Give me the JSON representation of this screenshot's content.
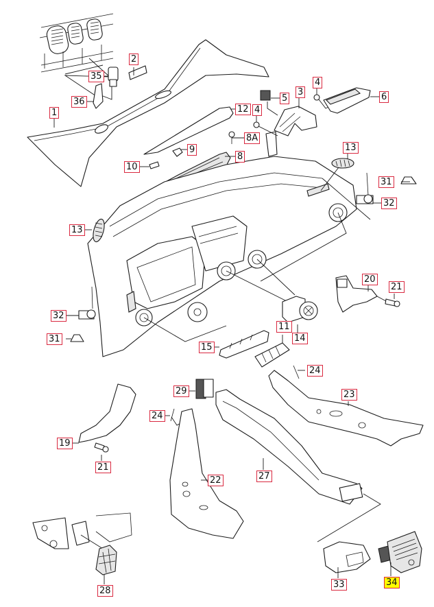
{
  "diagram": {
    "title": "Dashboard / air duct exploded parts view",
    "highlight_color": "#ffff00",
    "label_border_color": "#d9283f",
    "parts": [
      {
        "id": "1",
        "label": "1",
        "name": "cowl-panel"
      },
      {
        "id": "2",
        "label": "2",
        "name": "clip"
      },
      {
        "id": "3",
        "label": "3",
        "name": "bracket"
      },
      {
        "id": "4a",
        "label": "4",
        "name": "nut-left"
      },
      {
        "id": "4b",
        "label": "4",
        "name": "nut-right"
      },
      {
        "id": "5",
        "label": "5",
        "name": "switch"
      },
      {
        "id": "6",
        "label": "6",
        "name": "grille-vent"
      },
      {
        "id": "8",
        "label": "8",
        "name": "trim-strip"
      },
      {
        "id": "8A",
        "label": "8A",
        "name": "screw"
      },
      {
        "id": "9",
        "label": "9",
        "name": "clip-small"
      },
      {
        "id": "10",
        "label": "10",
        "name": "cover-cap"
      },
      {
        "id": "11",
        "label": "11",
        "name": "air-vent-grille"
      },
      {
        "id": "12",
        "label": "12",
        "name": "trim-moulding"
      },
      {
        "id": "13a",
        "label": "13",
        "name": "side-vent-right"
      },
      {
        "id": "13b",
        "label": "13",
        "name": "side-vent-left"
      },
      {
        "id": "14",
        "label": "14",
        "name": "round-air-vent"
      },
      {
        "id": "15",
        "label": "15",
        "name": "center-vent"
      },
      {
        "id": "19",
        "label": "19",
        "name": "air-duct-left"
      },
      {
        "id": "20",
        "label": "20",
        "name": "air-duct-right"
      },
      {
        "id": "21a",
        "label": "21",
        "name": "bolt-right"
      },
      {
        "id": "21b",
        "label": "21",
        "name": "bolt-left"
      },
      {
        "id": "22",
        "label": "22",
        "name": "footwell-duct-left"
      },
      {
        "id": "23",
        "label": "23",
        "name": "footwell-duct-right"
      },
      {
        "id": "24a",
        "label": "24",
        "name": "expanding-rivet-right"
      },
      {
        "id": "24b",
        "label": "24",
        "name": "expanding-rivet-left"
      },
      {
        "id": "27",
        "label": "27",
        "name": "rear-air-duct"
      },
      {
        "id": "28",
        "label": "28",
        "name": "cover-grille"
      },
      {
        "id": "29",
        "label": "29",
        "name": "foam-seal"
      },
      {
        "id": "31a",
        "label": "31",
        "name": "grommet-right"
      },
      {
        "id": "31b",
        "label": "31",
        "name": "grommet-left"
      },
      {
        "id": "32a",
        "label": "32",
        "name": "sensor-right"
      },
      {
        "id": "32b",
        "label": "32",
        "name": "sensor-left"
      },
      {
        "id": "33",
        "label": "33",
        "name": "duct-connector"
      },
      {
        "id": "34",
        "label": "34",
        "name": "rear-vent-unit",
        "highlighted": true
      },
      {
        "id": "35",
        "label": "35",
        "name": "sensor-plug"
      },
      {
        "id": "36",
        "label": "36",
        "name": "holder"
      }
    ]
  }
}
